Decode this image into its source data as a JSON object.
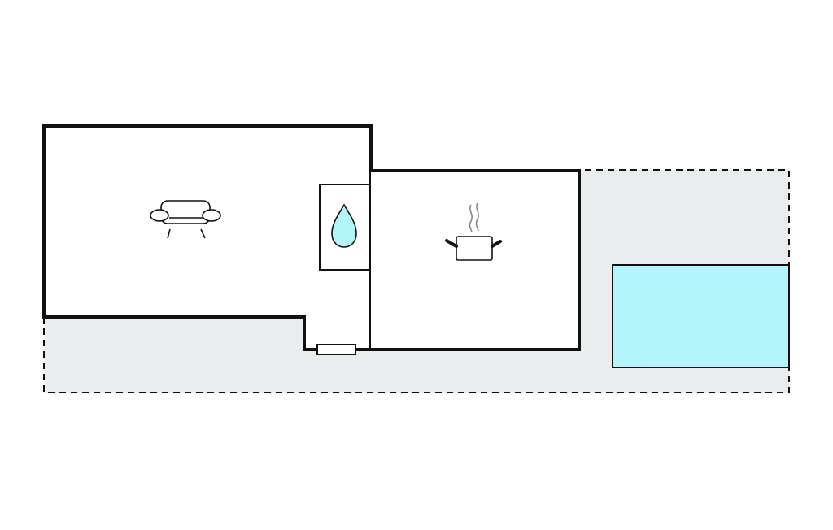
{
  "floorplan": {
    "colors": {
      "background": "#ffffff",
      "outdoor_area": "#e9eded",
      "walls": "#111111",
      "pool": "#b4f4fb",
      "water_drop": "#b4f4fb",
      "steam": "#888888"
    },
    "rooms": [
      {
        "id": "living-room",
        "icon": "sofa-icon"
      },
      {
        "id": "bathroom",
        "icon": "water-drop-icon"
      },
      {
        "id": "kitchen",
        "icon": "cooking-pot-icon"
      }
    ],
    "outdoor": {
      "terrace": "dashed-outline",
      "pool": "swimming-pool"
    },
    "door": "entrance-door"
  }
}
